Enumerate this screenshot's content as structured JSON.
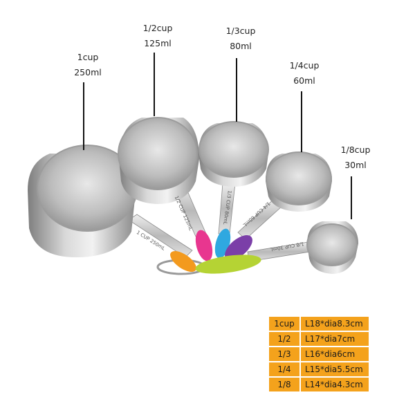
{
  "cups": [
    {
      "name": "1cup",
      "volume": "250ml",
      "handle_text": "1 CUP 250mL",
      "grip_color": "#f39a1e"
    },
    {
      "name": "1/2cup",
      "volume": "125ml",
      "handle_text": "1/2 CUP 125mL",
      "grip_color": "#e8368f"
    },
    {
      "name": "1/3cup",
      "volume": "80ml",
      "handle_text": "1/3 CUP 80mL",
      "grip_color": "#2fa8e0"
    },
    {
      "name": "1/4cup",
      "volume": "60ml",
      "handle_text": "1/4 CUP 60mL",
      "grip_color": "#7b3fa8"
    },
    {
      "name": "1/8cup",
      "volume": "30ml",
      "handle_text": "1/8 CUP 30mL",
      "grip_color": "#b5d334"
    }
  ],
  "spec_table": [
    {
      "size": "1cup",
      "dims": "L18*dia8.3cm"
    },
    {
      "size": "1/2",
      "dims": "L17*dia7cm"
    },
    {
      "size": "1/3",
      "dims": "L16*dia6cm"
    },
    {
      "size": "1/4",
      "dims": "L15*dia5.5cm"
    },
    {
      "size": "1/8",
      "dims": "L14*dia4.3cm"
    }
  ],
  "colors": {
    "table_bg": "#f4a21c",
    "steel_light": "#e6e6e6",
    "steel_dark": "#8d8d8d"
  }
}
